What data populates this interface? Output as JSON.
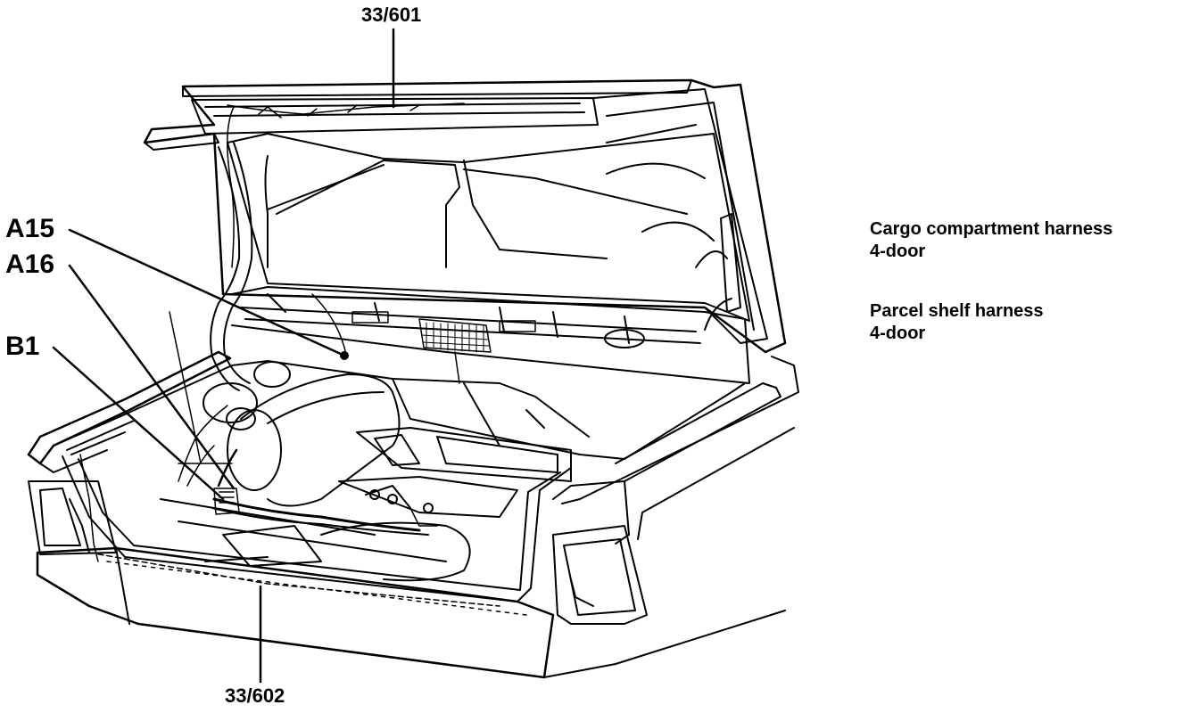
{
  "callouts": {
    "top_ref": "33/601",
    "bottom_ref": "33/602",
    "a15": "A15",
    "a16": "A16",
    "b1": "B1"
  },
  "legend": {
    "entry1_line1": "Cargo compartment harness",
    "entry1_line2": "4-door",
    "entry2_line1": "Parcel shelf harness",
    "entry2_line2": "4-door"
  },
  "colors": {
    "ink": "#000000",
    "paper": "#ffffff"
  }
}
